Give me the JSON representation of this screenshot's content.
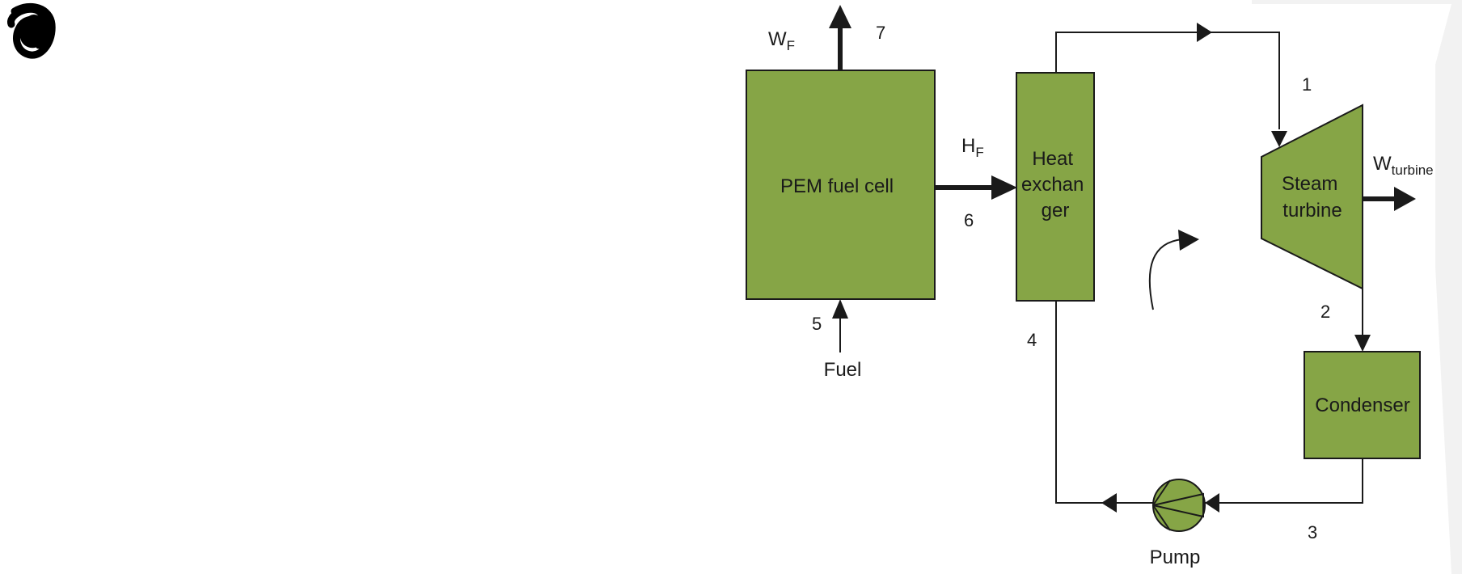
{
  "colors": {
    "component_fill": "#86a546",
    "stroke": "#1a1a1a",
    "background": "#ffffff",
    "panel_shadow": "#f2f2f2"
  },
  "icons": {
    "corner_scribble": "scribble-icon",
    "pump_symbol": "pump-triangle-icon",
    "cycle_direction": "curved-arrow-icon"
  },
  "components": {
    "fuel_cell": "PEM fuel cell",
    "heat_exchanger_lines": [
      "Heat",
      "exchan",
      "ger"
    ],
    "turbine_lines": [
      "Steam",
      "turbine"
    ],
    "condenser": "Condenser",
    "pump": "Pump"
  },
  "inputs": {
    "fuel": "Fuel"
  },
  "energy_flows": {
    "work_fuel_cell": {
      "main": "W",
      "sub": "F"
    },
    "heat_fuel_cell": {
      "main": "H",
      "sub": "F"
    },
    "work_turbine": {
      "main": "W",
      "sub": "turbine"
    }
  },
  "state_points": [
    "1",
    "2",
    "3",
    "4",
    "5",
    "6",
    "7"
  ]
}
